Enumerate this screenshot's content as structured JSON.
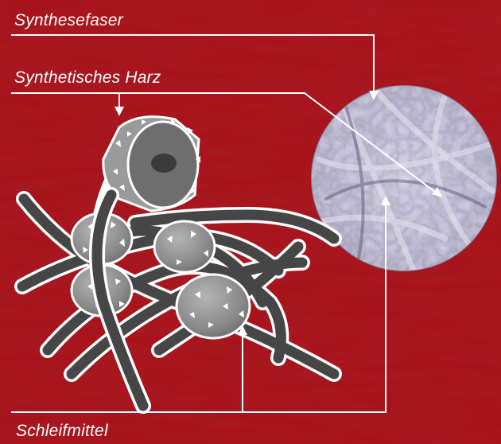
{
  "labels": {
    "synthetic_fiber": "Synthesefaser",
    "synthetic_resin": "Synthetisches Harz",
    "abrasive": "Schleifmittel"
  },
  "colors": {
    "background": "#a9141b",
    "line": "#ffffff",
    "fiber": "#4a4a4a",
    "resin_blob": "#8e8e8e"
  }
}
